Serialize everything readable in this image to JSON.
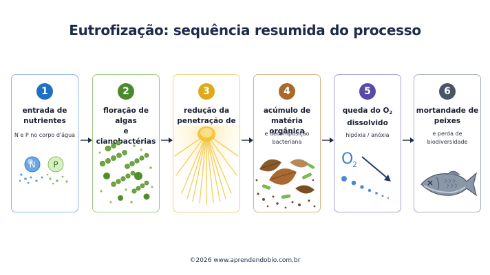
{
  "title": "Eutrofização: sequência resumida do processo",
  "steps": [
    {
      "number": "1",
      "title_line1": "entrada de",
      "title_line2": "nutrientes",
      "subtitle": "N e P no corpo d'água",
      "color": "#1f6fc5",
      "border": "#8fb6e6",
      "icons": {
        "nitrogen_label": "N",
        "phosphorus_label": "P"
      }
    },
    {
      "number": "2",
      "title_line1": "floração de algas",
      "title_line2": "e cianobactérias",
      "color": "#4a8a2c",
      "border": "#9cc883"
    },
    {
      "number": "3",
      "title_line1": "redução da",
      "title_line2": "penetração de luz",
      "color": "#e0a91a",
      "border": "#f0d27c"
    },
    {
      "number": "4",
      "title_line1": "acúmulo de",
      "title_line2": "matéria orgânica",
      "subtitle_line1": "e decomposição",
      "subtitle_line2": "bacteriana",
      "color": "#a86a2a",
      "border": "#d8b185"
    },
    {
      "number": "5",
      "title_line1": "queda do O",
      "title_sub": "2",
      "title_line2": "dissolvido",
      "subtitle": "hipóxia / anóxia",
      "color": "#5a4aa8",
      "border": "#a89dd6",
      "icons": {
        "oxygen_label": "O",
        "oxygen_sub": "2"
      }
    },
    {
      "number": "6",
      "title_line1": "mortandade de",
      "title_line2": "peixes",
      "subtitle_line1": "e perda de",
      "subtitle_line2": "biodiversidade",
      "color": "#4a5566",
      "border": "#a8b0bc"
    }
  ],
  "footer": "©2026 www.aprendendobio.com.br"
}
